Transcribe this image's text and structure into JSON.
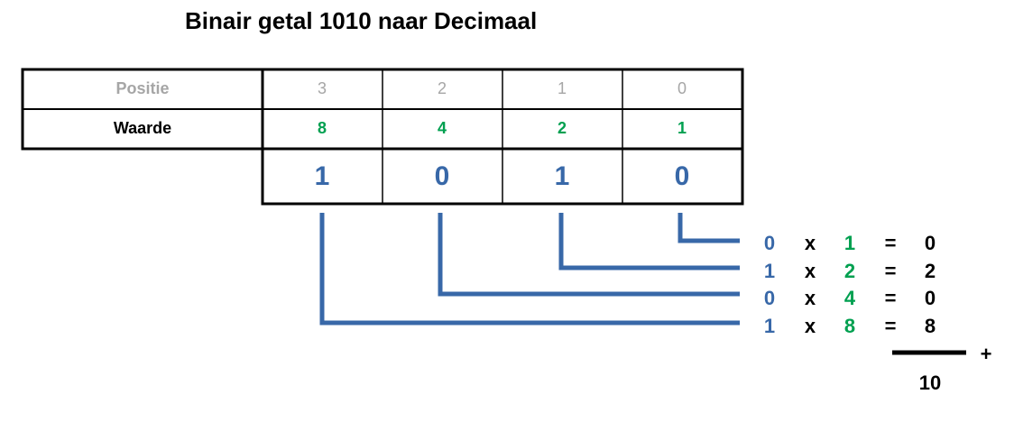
{
  "title": "Binair getal 1010 naar Decimaal",
  "table": {
    "row_labels": {
      "positie": "Positie",
      "waarde": "Waarde"
    },
    "positions": [
      "3",
      "2",
      "1",
      "0"
    ],
    "values": [
      "8",
      "4",
      "2",
      "1"
    ],
    "bits": [
      "1",
      "0",
      "1",
      "0"
    ]
  },
  "equations": [
    {
      "bit": "0",
      "op": "x",
      "weight": "1",
      "eq": "=",
      "result": "0"
    },
    {
      "bit": "1",
      "op": "x",
      "weight": "2",
      "eq": "=",
      "result": "2"
    },
    {
      "bit": "0",
      "op": "x",
      "weight": "4",
      "eq": "=",
      "result": "0"
    },
    {
      "bit": "1",
      "op": "x",
      "weight": "8",
      "eq": "=",
      "result": "8"
    }
  ],
  "sum": {
    "plus": "+",
    "total": "10"
  },
  "colors": {
    "blue": "#3868a8",
    "green": "#00a050",
    "gray": "#a6a6a6",
    "black": "#000000"
  }
}
